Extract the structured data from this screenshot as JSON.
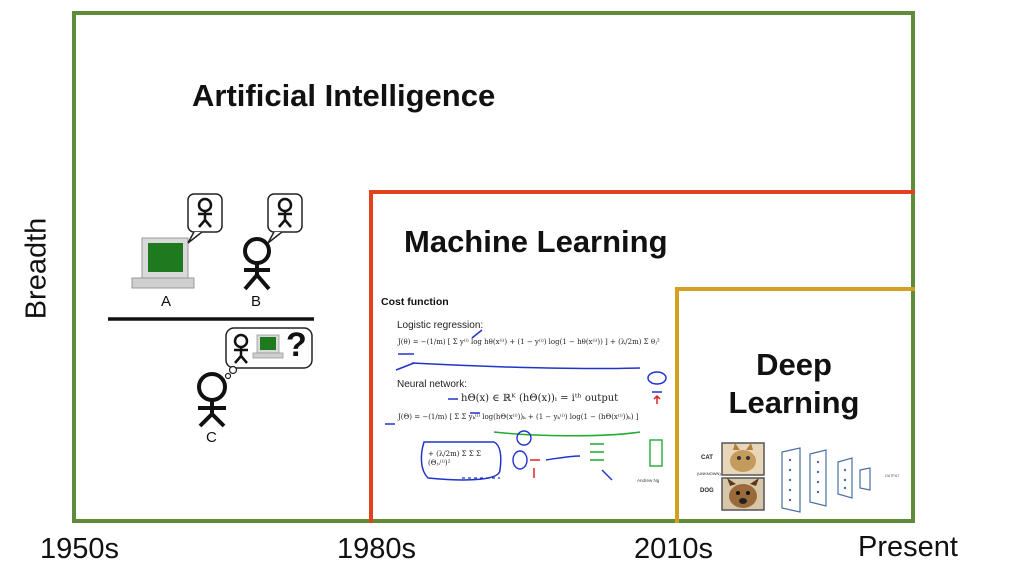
{
  "regions": {
    "ai": {
      "title": "Artificial Intelligence",
      "color": "#5e8c3a"
    },
    "ml": {
      "title": "Machine Learning",
      "color": "#e2421b"
    },
    "dl": {
      "title": "Deep Learning",
      "color": "#d3a021"
    }
  },
  "axes": {
    "y_label": "Breadth",
    "x_ticks": [
      "1950s",
      "1980s",
      "2010s",
      "Present"
    ]
  },
  "turing_test": {
    "label_a": "A",
    "label_b": "B",
    "label_c": "C",
    "question_mark": "?"
  },
  "cost_function": {
    "heading": "Cost function",
    "logistic_label": "Logistic regression:",
    "logistic_formula": "J(θ) = −(1/m) [ Σ y⁽ⁱ⁾ log hθ(x⁽ⁱ⁾) + (1 − y⁽ⁱ⁾) log(1 − hθ(x⁽ⁱ⁾)) ] + (λ/2m) Σ θⱼ²",
    "nn_label": "Neural network:",
    "nn_output": "hΘ(x) ∈ ℝᴷ   (hΘ(x))ᵢ = iᵗʰ output",
    "nn_formula": "J(Θ) = −(1/m) [ Σ Σ yₖ⁽ⁱ⁾ log(hΘ(x⁽ⁱ⁾))ₖ + (1 − yₖ⁽ⁱ⁾) log(1 − (hΘ(x⁽ⁱ⁾))ₖ) ]",
    "nn_reg": "+ (λ/2m) Σ Σ Σ (Θⱼᵢ⁽ˡ⁾)²",
    "credit": "Andrew Ng"
  },
  "cnn": {
    "label_cat": "CAT",
    "label_dog": "DOG",
    "label_unknown": "(UNKNOWN)",
    "label_output": "OUTPUT"
  }
}
